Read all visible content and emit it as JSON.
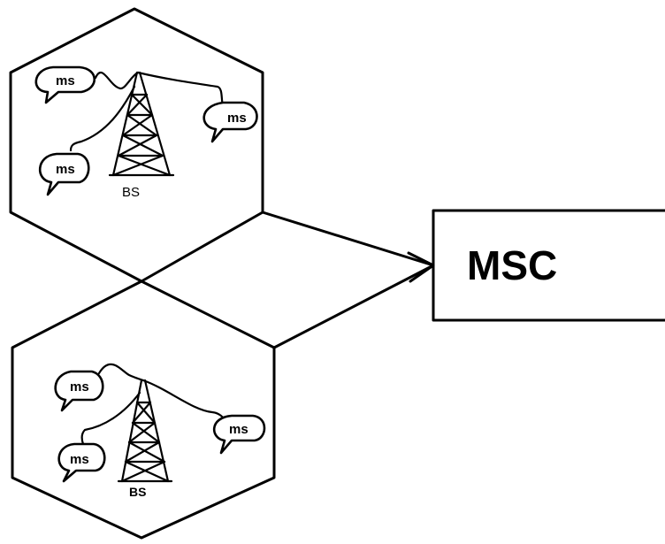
{
  "cells": [
    {
      "base_station_label": "BS",
      "mobile_stations": [
        "ms",
        "ms",
        "ms"
      ]
    },
    {
      "base_station_label": "BS",
      "mobile_stations": [
        "ms",
        "ms",
        "ms"
      ]
    }
  ],
  "switching_center": {
    "label": "MSC"
  }
}
